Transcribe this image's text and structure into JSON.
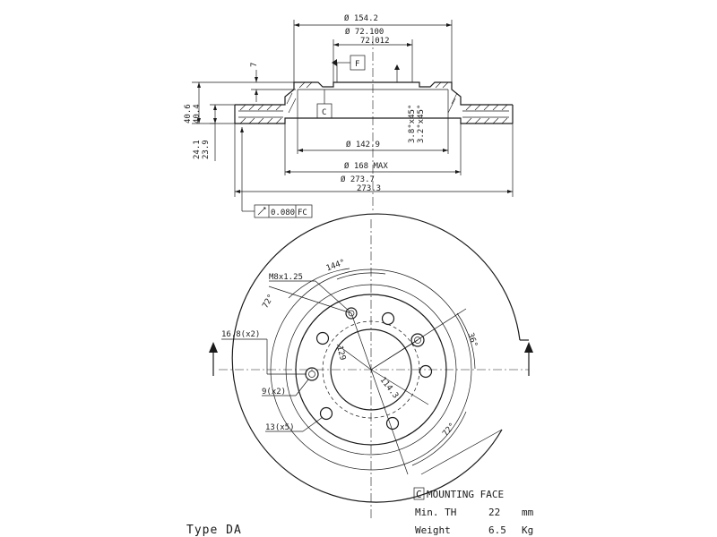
{
  "section_view": {
    "dim_outer_hat": "Ø 154.2",
    "dim_pilot_max": "Ø 72.100",
    "dim_pilot_min": "72.012",
    "datum_f": "F",
    "datum_c": "C",
    "dim_hat_thickness": "7",
    "dim_height_max": "40.6",
    "dim_height_min": "40.4",
    "dim_chamfer_1": "3.8°x45°",
    "dim_chamfer_2": "3.2°x45°",
    "dim_rotor_th_max": "24.1",
    "dim_rotor_th_min": "23.9",
    "dim_bore": "Ø 142.9",
    "dim_friction_max": "Ø 168 MAX",
    "dim_diameter_max": "Ø 273.7",
    "dim_diameter_min": "273.3",
    "runout_tolerance": "0.080",
    "runout_datum": "FC"
  },
  "face_view": {
    "thread": "M8x1.25",
    "angle_144": "144°",
    "angle_72_top": "72°",
    "angle_36": "36°",
    "angle_72_bottom": "72°",
    "hole_16": "16.8(x2)",
    "hole_9": "9(x2)",
    "hole_13": "13(x5)",
    "pcd_r": "129",
    "pcd_14": "114.3"
  },
  "legend": {
    "datum_box": "C",
    "mounting_face": "MOUNTING FACE",
    "min_th_label": "Min. TH",
    "min_th_value": "22",
    "min_th_unit": "mm",
    "weight_label": "Weight",
    "weight_value": "6.5",
    "weight_unit": "Kg"
  },
  "type_label": "Type DA"
}
